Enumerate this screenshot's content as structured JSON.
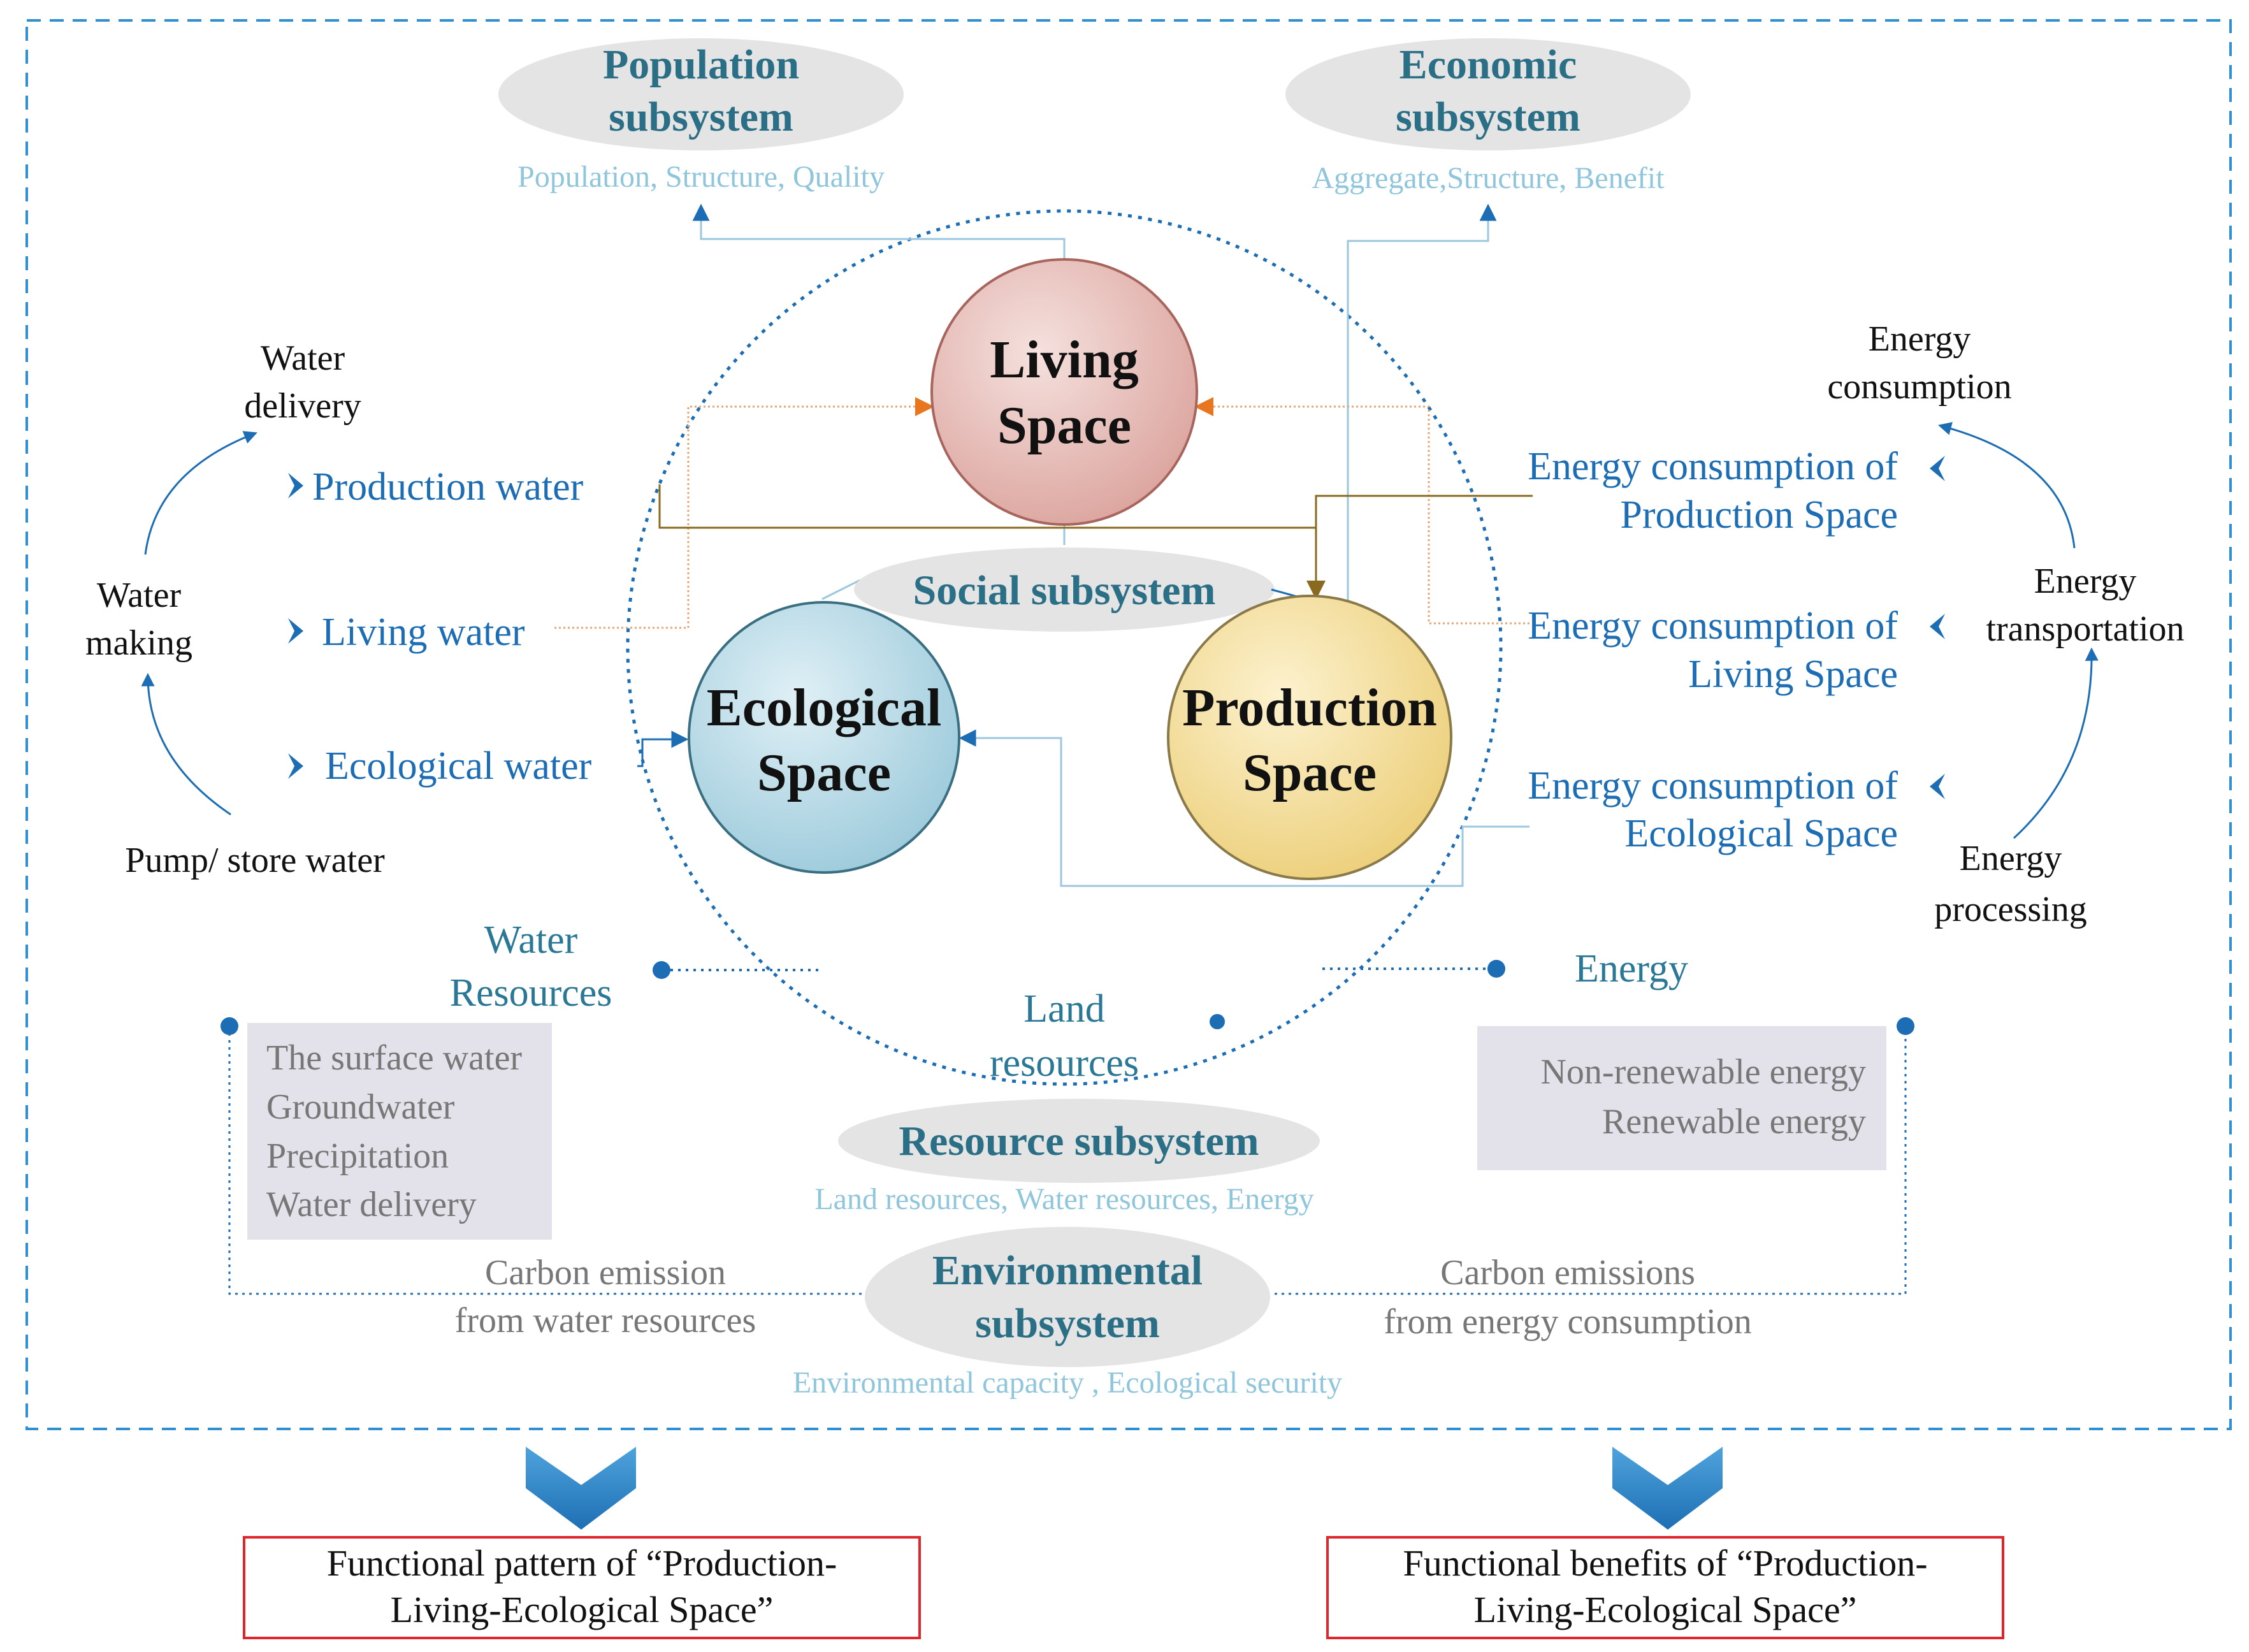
{
  "population": {
    "title_line1": "Population",
    "title_line2": "subsystem",
    "indicators": "Population, Structure, Quality"
  },
  "economic": {
    "title_line1": "Economic",
    "title_line2": "subsystem",
    "indicators": "Aggregate,Structure, Benefit"
  },
  "spaces": {
    "living_line1": "Living",
    "living_line2": "Space",
    "ecological_line1": "Ecological",
    "ecological_line2": "Space",
    "production_line1": "Production",
    "production_line2": "Space"
  },
  "social": {
    "title": "Social subsystem"
  },
  "water_cycle": {
    "delivery_line1": "Water",
    "delivery_line2": "delivery",
    "making_line1": "Water",
    "making_line2": "making",
    "pump": "Pump/ store water"
  },
  "water_uses": {
    "production": "Production water",
    "living": "Living water",
    "ecological": "Ecological water"
  },
  "energy_cycle": {
    "consumption_line1": "Energy",
    "consumption_line2": "consumption",
    "transportation_line1": "Energy",
    "transportation_line2": "transportation",
    "processing_line1": "Energy",
    "processing_line2": "processing"
  },
  "energy_uses": {
    "production_line1": "Energy consumption of",
    "production_line2": "Production Space",
    "living_line1": "Energy consumption of",
    "living_line2": "Living Space",
    "ecological_line1": "Energy consumption of",
    "ecological_line2": "Ecological Space"
  },
  "water_resources": {
    "title_line1": "Water",
    "title_line2": "Resources",
    "items": [
      "The surface water",
      "Groundwater",
      "Precipitation",
      "Water delivery"
    ]
  },
  "land": {
    "line1": "Land",
    "line2": "resources"
  },
  "energy_resources": {
    "title": "Energy",
    "items": [
      "Non-renewable energy",
      "Renewable energy"
    ]
  },
  "resource": {
    "title": "Resource subsystem",
    "indicators": "Land resources, Water resources, Energy"
  },
  "environmental": {
    "title_line1": "Environmental",
    "title_line2": "subsystem",
    "indicators": "Environmental capacity ,  Ecological security"
  },
  "carbon": {
    "water_line1": "Carbon emission",
    "water_line2": "from water resources",
    "energy_line1": "Carbon emissions",
    "energy_line2": "from energy consumption"
  },
  "outputs": {
    "pattern_line1": "Functional pattern of “Production-",
    "pattern_line2": "Living-Ecological Space”",
    "benefits_line1": "Functional benefits of “Production-",
    "benefits_line2": "Living-Ecological Space”"
  },
  "colors": {
    "frame_dash": "#2f8fd0",
    "living_fill": "#e9c4c0",
    "ecological_fill": "#b9dbe8",
    "production_fill": "#f6dfa1",
    "oval_fill": "#e4e4e4",
    "grey_box": "#e3e1e9",
    "arrow_orange": "#e8761f",
    "arrow_blue": "#1c6db4",
    "output_border": "#e0262c"
  }
}
